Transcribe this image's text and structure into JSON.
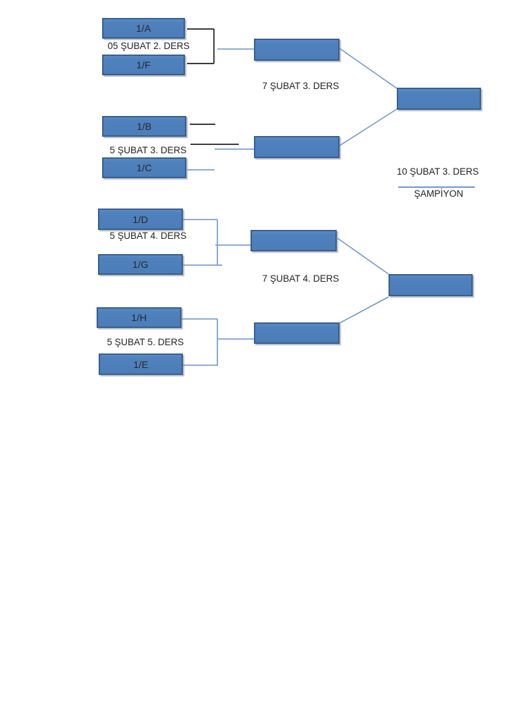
{
  "bracket": {
    "quarterfinals": [
      {
        "team1": "1/A",
        "team2": "1/F",
        "schedule": "05 ŞUBAT 2. DERS"
      },
      {
        "team1": "1/B",
        "team2": "1/C",
        "schedule": "5 ŞUBAT 3. DERS"
      },
      {
        "team1": "1/D",
        "team2": "1/G",
        "schedule": "5 ŞUBAT 4. DERS"
      },
      {
        "team1": "1/H",
        "team2": "1/E",
        "schedule": "5 ŞUBAT 5. DERS"
      }
    ],
    "semifinals": [
      {
        "schedule": "7 ŞUBAT 3. DERS",
        "winner": ""
      },
      {
        "schedule": "7 ŞUBAT 4. DERS",
        "winner": ""
      }
    ],
    "final": {
      "schedule": "10 ŞUBAT 3. DERS",
      "champion_label": "ŞAMPİYON",
      "winner": ""
    },
    "colors": {
      "box_fill": "#4f81bd",
      "box_border": "#365f91",
      "connector_blue": "#7da0d2",
      "connector_black": "#1f1f1f",
      "underline_blue": "#5b87c5"
    }
  }
}
